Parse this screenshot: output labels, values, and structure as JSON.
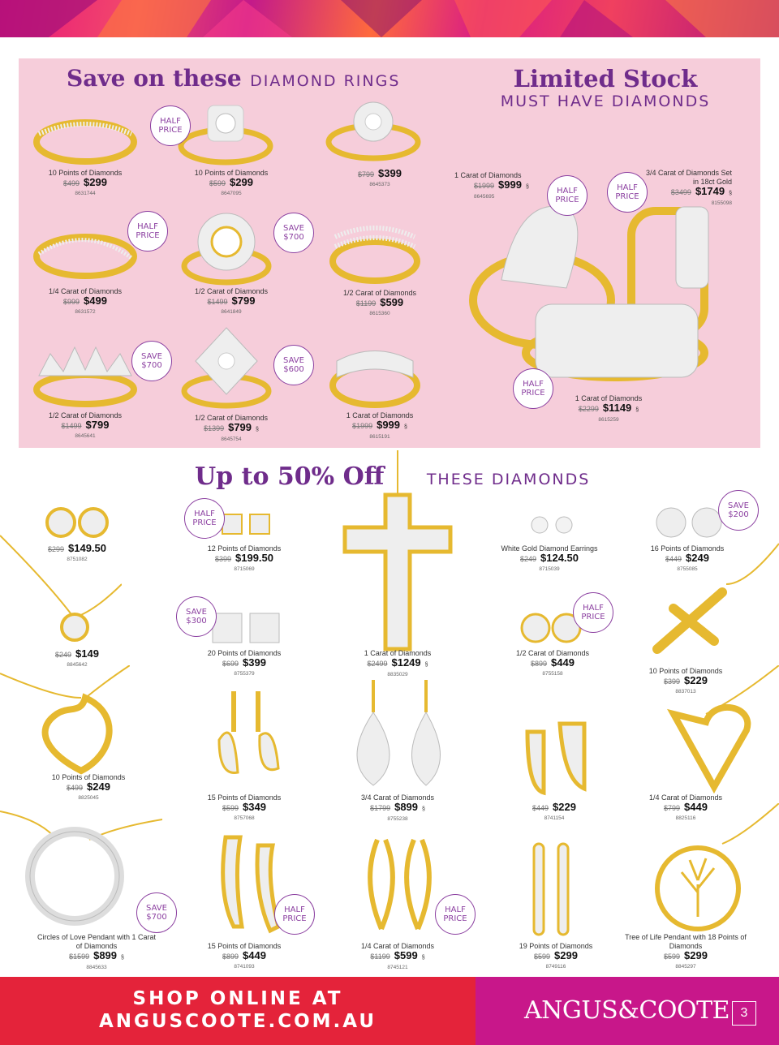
{
  "colors": {
    "accent_purple": "#6f2c8b",
    "pink_panel": "#f6cdda",
    "footer_red": "#e4233a",
    "footer_magenta": "#c8178a",
    "gold": "#e6b930"
  },
  "rings_header": {
    "title": "Save on these",
    "subtitle": "DIAMOND RINGS"
  },
  "limited_header": {
    "title": "Limited Stock",
    "subtitle": "MUST HAVE DIAMONDS"
  },
  "offer_header": {
    "title": "Up to 50% Off",
    "subtitle": "THESE DIAMONDS"
  },
  "badges": {
    "b1": [
      "HALF",
      "PRICE"
    ],
    "b2": [
      "HALF",
      "PRICE"
    ],
    "b3": [
      "SAVE",
      "$700"
    ],
    "b4": [
      "SAVE",
      "$700"
    ],
    "b5": [
      "SAVE",
      "$600"
    ],
    "b6": [
      "HALF",
      "PRICE"
    ],
    "b7": [
      "HALF",
      "PRICE"
    ],
    "b8": [
      "HALF",
      "PRICE"
    ],
    "b9": [
      "HALF",
      "PRICE"
    ],
    "b10": [
      "SAVE",
      "$200"
    ],
    "b11": [
      "SAVE",
      "$300"
    ],
    "b12": [
      "HALF",
      "PRICE"
    ],
    "b13": [
      "SAVE",
      "$700"
    ],
    "b14": [
      "HALF",
      "PRICE"
    ],
    "b15": [
      "HALF",
      "PRICE"
    ]
  },
  "products": {
    "r1": {
      "desc": "10 Points of Diamonds",
      "old": "$499",
      "price": "$299",
      "code": "8631744"
    },
    "r2": {
      "desc": "10 Points of Diamonds",
      "old": "$599",
      "price": "$299",
      "code": "8647095"
    },
    "r3": {
      "desc": "",
      "old": "$799",
      "price": "$399",
      "code": "8645373"
    },
    "r4": {
      "desc": "1/4 Carat of Diamonds",
      "old": "$999",
      "price": "$499",
      "code": "8631572"
    },
    "r5": {
      "desc": "1/2 Carat of Diamonds",
      "old": "$1499",
      "price": "$799",
      "code": "8641849"
    },
    "r6": {
      "desc": "1/2 Carat of Diamonds",
      "old": "$1199",
      "price": "$599",
      "code": "8615360"
    },
    "r7": {
      "desc": "1/2 Carat of Diamonds",
      "old": "$1499",
      "price": "$799",
      "code": "8645641"
    },
    "r8": {
      "desc": "1/2 Carat of Diamonds",
      "old": "$1399",
      "price": "$799",
      "code": "8645754"
    },
    "r9": {
      "desc": "1 Carat of Diamonds",
      "old": "$1999",
      "price": "$999",
      "code": "8615191"
    },
    "l1": {
      "desc": "1 Carat of Diamonds",
      "old": "$1999",
      "price": "$999",
      "code": "8645695"
    },
    "l2": {
      "desc": "3/4 Carat of Diamonds Set in 18ct Gold",
      "old": "$3499",
      "price": "$1749",
      "code": "8155098"
    },
    "l3": {
      "desc": "1 Carat of Diamonds",
      "old": "$2299",
      "price": "$1149",
      "code": "8615259"
    },
    "p1": {
      "desc": "",
      "old": "$299",
      "price": "$149.50",
      "code": "8751082"
    },
    "p2": {
      "desc": "12 Points of Diamonds",
      "old": "$399",
      "price": "$199.50",
      "code": "8715069"
    },
    "p3": {
      "desc": "White Gold Diamond Earrings",
      "old": "$249",
      "price": "$124.50",
      "code": "8715039"
    },
    "p4": {
      "desc": "16 Points of Diamonds",
      "old": "$449",
      "price": "$249",
      "code": "8755085"
    },
    "p5": {
      "desc": "",
      "old": "$249",
      "price": "$149",
      "code": "8845642"
    },
    "p6": {
      "desc": "20 Points of Diamonds",
      "old": "$699",
      "price": "$399",
      "code": "8755379"
    },
    "p7": {
      "desc": "1 Carat of Diamonds",
      "old": "$2499",
      "price": "$1249",
      "code": "8835029"
    },
    "p8": {
      "desc": "1/2 Carat of Diamonds",
      "old": "$899",
      "price": "$449",
      "code": "8755158"
    },
    "p9": {
      "desc": "10 Points of Diamonds",
      "old": "$399",
      "price": "$229",
      "code": "8837013"
    },
    "p10": {
      "desc": "10 Points of Diamonds",
      "old": "$499",
      "price": "$249",
      "code": "8825045"
    },
    "p11": {
      "desc": "15 Points of Diamonds",
      "old": "$599",
      "price": "$349",
      "code": "8757068"
    },
    "p12": {
      "desc": "3/4 Carat of Diamonds",
      "old": "$1799",
      "price": "$899",
      "code": "8755238"
    },
    "p13": {
      "desc": "",
      "old": "$449",
      "price": "$229",
      "code": "8741154"
    },
    "p14": {
      "desc": "1/4 Carat of Diamonds",
      "old": "$799",
      "price": "$449",
      "code": "8825116"
    },
    "p15": {
      "desc": "Circles of Love Pendant with 1 Carat of Diamonds",
      "old": "$1599",
      "price": "$899",
      "code": "8845633"
    },
    "p16": {
      "desc": "15 Points of Diamonds",
      "old": "$899",
      "price": "$449",
      "code": "8741093"
    },
    "p17": {
      "desc": "1/4 Carat of Diamonds",
      "old": "$1199",
      "price": "$599",
      "code": "8745121"
    },
    "p18": {
      "desc": "19 Points of Diamonds",
      "old": "$599",
      "price": "$299",
      "code": "8749116"
    },
    "p19": {
      "desc": "Tree of Life Pendant with 18 Points of Diamonds",
      "old": "$599",
      "price": "$299",
      "code": "8845297"
    }
  },
  "footer": {
    "line1": "SHOP ONLINE AT",
    "line2": "ANGUSCOOTE.COM.AU",
    "brand": "ANGUS&COOTE",
    "page": "3"
  }
}
